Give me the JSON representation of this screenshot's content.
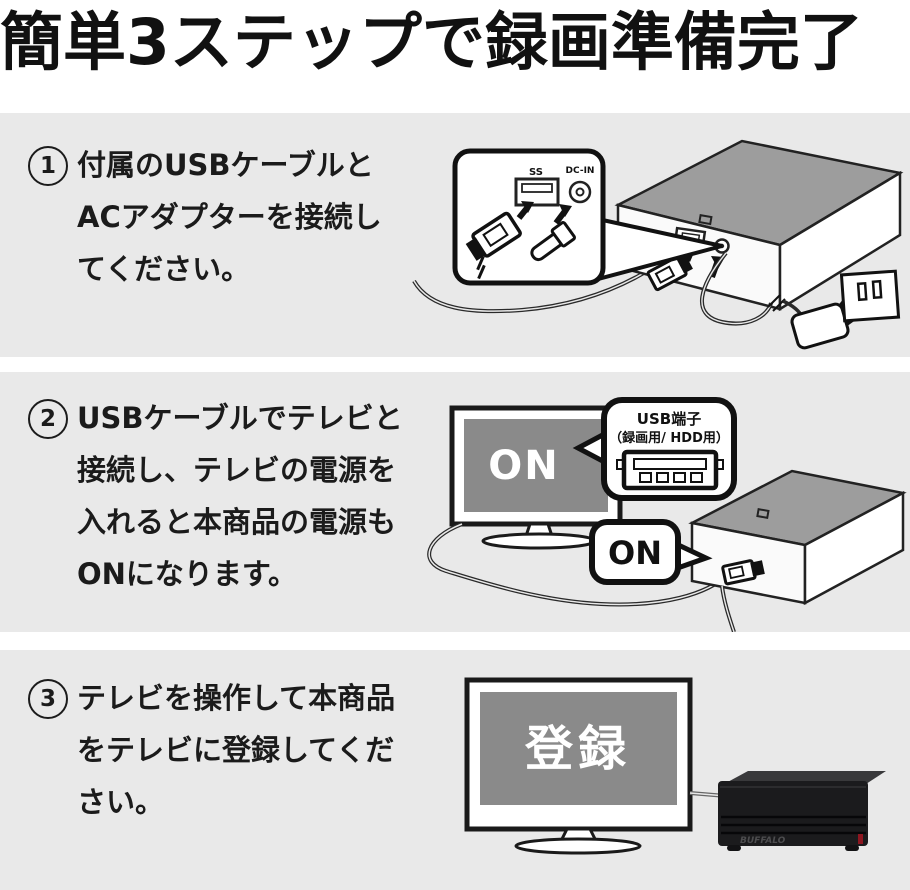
{
  "title": "簡単3ステップで録画準備完了",
  "steps": [
    {
      "number": "1",
      "lines": [
        "付属のUSBケーブルと",
        "ACアダプターを接続し",
        "てください。"
      ]
    },
    {
      "number": "2",
      "lines": [
        "USBケーブルでテレビと",
        "接続し、テレビの電源を",
        "入れると本商品の電源も",
        "ONになります。"
      ]
    },
    {
      "number": "3",
      "lines": [
        "テレビを操作して本商品",
        "をテレビに登録してくだ",
        "さい。"
      ]
    }
  ],
  "illustrations": {
    "step1": {
      "usb_port_label": "SS",
      "dc_in_label": "DC-IN"
    },
    "step2": {
      "tv_screen_label": "ON",
      "usb_callout_title": "USB端子",
      "usb_callout_subtitle": "（録画用/ HDD用）",
      "hdd_power_label": "ON"
    },
    "step3": {
      "tv_screen_label": "登録",
      "hdd_brand": "BUFFALO"
    }
  },
  "colors": {
    "panel_bg": "#e9e9e9",
    "text": "#1b1b1b",
    "tv_screen": "#8a8a8a",
    "hdd_top_gray": "#9d9d9d",
    "hdd_photo_black": "#1b1b1d",
    "red_accent": "#8d1620"
  }
}
